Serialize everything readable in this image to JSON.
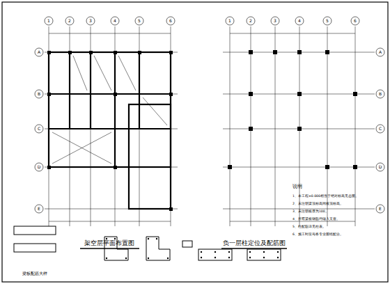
{
  "diagram": {
    "labels": [
      "架空层平面布置图",
      "负一层柱定位及配筋图",
      "说明",
      "1、本工程±0.000相当于绝对标高见总图。",
      "2、未注明梁顶标高同板顶标高。",
      "3、未注明板厚为100。",
      "4、所有梁板钢筋均锚入支座。",
      "5、柱配筋详见柱表。",
      "6、施工时应与各专业图纸配合。",
      "梁板配筋大样",
      "1",
      "2",
      "3",
      "4",
      "5",
      "6",
      "A",
      "B",
      "C",
      "D",
      "E",
      "1",
      "2",
      "3",
      "4",
      "5",
      "6",
      "A",
      "B",
      "C",
      "D",
      "E"
    ]
  }
}
